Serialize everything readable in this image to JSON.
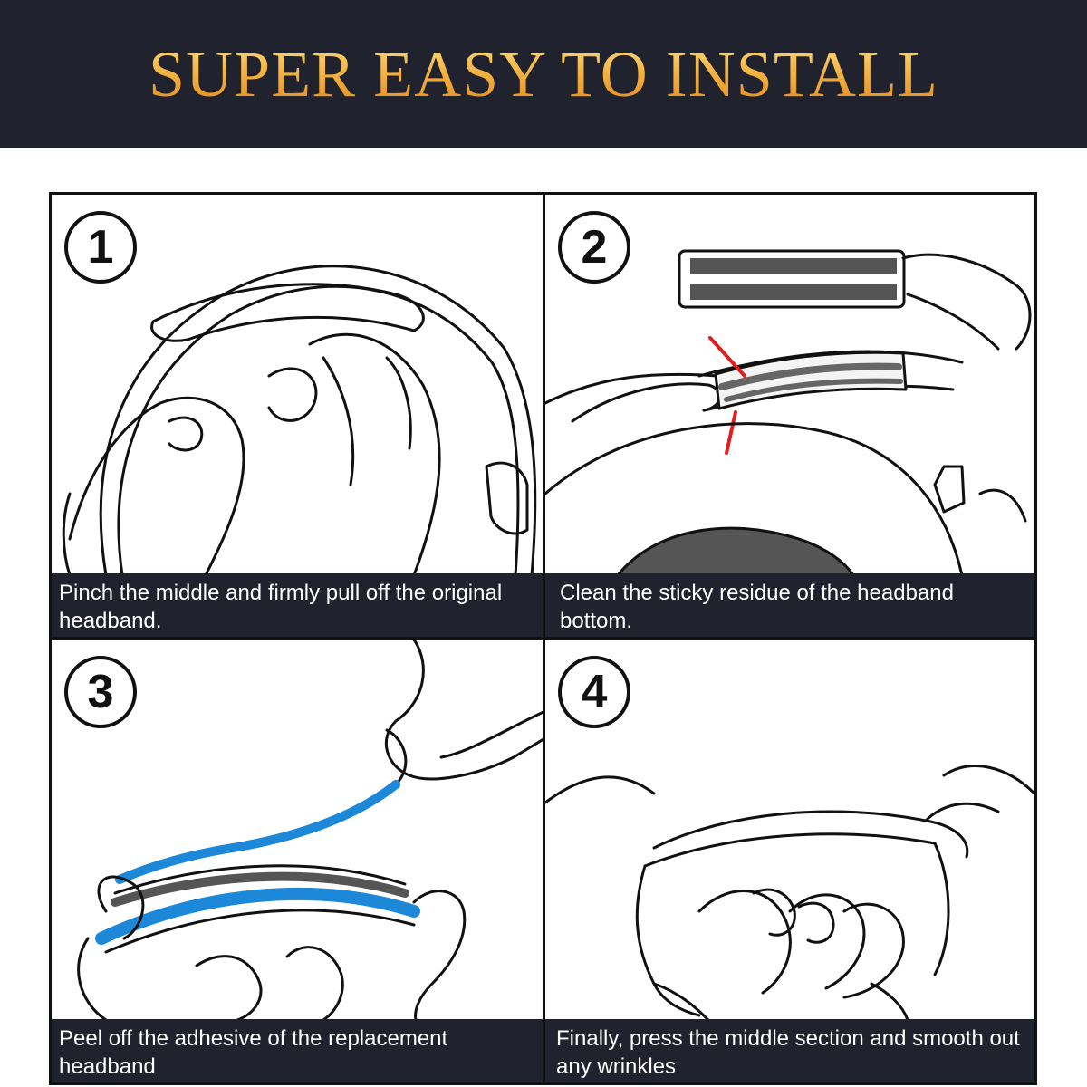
{
  "banner": {
    "title": "SUPER EASY TO INSTALL"
  },
  "steps": [
    {
      "number": "1",
      "caption": "Pinch the middle and firmly pull off the original headband."
    },
    {
      "number": "2",
      "caption": "Clean the sticky residue of the headband bottom."
    },
    {
      "number": "3",
      "caption": "Peel off the adhesive of the replacement headband"
    },
    {
      "number": "4",
      "caption": "Finally, press the middle section and smooth out any wrinkles"
    }
  ],
  "colors": {
    "banner_bg": "#20232e",
    "title_gold": "#f4b544",
    "caption_bg": "#20232e",
    "adhesive_blue": "#1e88d8",
    "mark_red": "#e02020"
  }
}
